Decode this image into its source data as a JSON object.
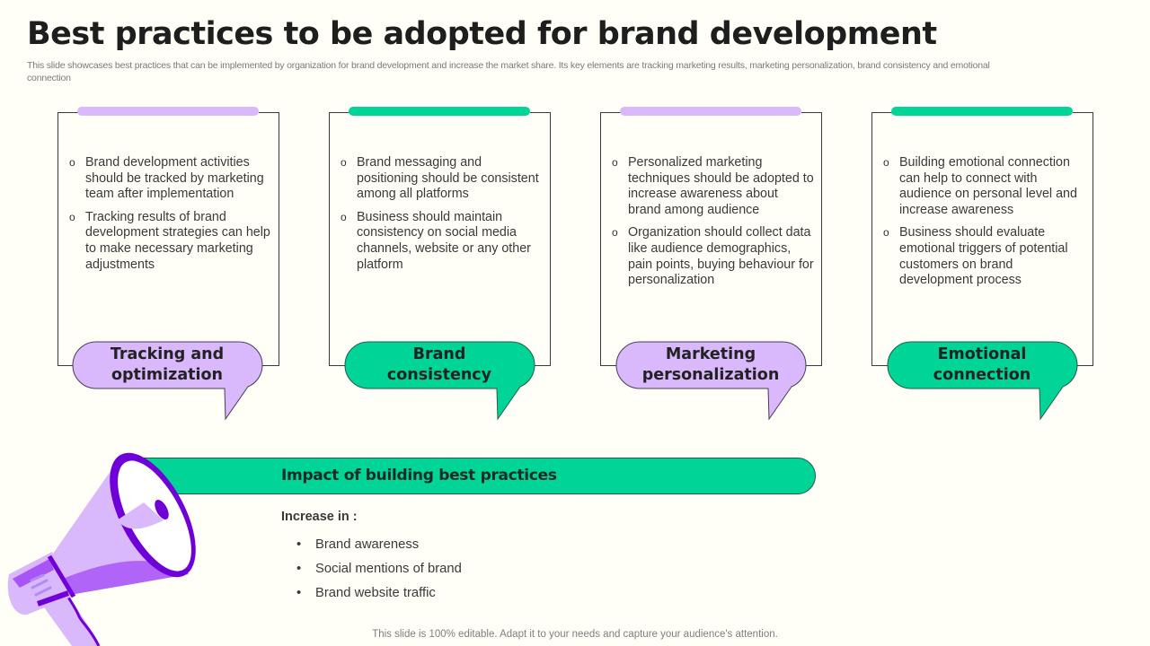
{
  "slide": {
    "title": "Best practices to be adopted for brand development",
    "subtitle": "This slide showcases best practices that can be implemented by organization for brand development and increase the market share. Its key elements are tracking marketing results, marketing personalization, brand consistency and emotional connection",
    "footer": "This slide is 100% editable. Adapt it to your needs and capture your audience's attention."
  },
  "colors": {
    "purple_light": "#d9b8fb",
    "green": "#00d496",
    "purple_dark": "#7000d8",
    "background": "#fffef7"
  },
  "bullet_glyph": "o",
  "cards": [
    {
      "accent": "purple",
      "label": "Tracking and optimization",
      "label_line1": "Tracking and",
      "label_line2": "optimization",
      "points": [
        "Brand development activities should be tracked by marketing team after implementation",
        "Tracking results of brand development strategies can help to make necessary marketing adjustments"
      ]
    },
    {
      "accent": "green",
      "label": "Brand consistency",
      "label_line1": "Brand",
      "label_line2": "consistency",
      "points": [
        "Brand messaging and positioning should be consistent among all platforms",
        "Business should maintain consistency on social media channels, website or any other platform"
      ]
    },
    {
      "accent": "purple",
      "label": "Marketing personalization",
      "label_line1": "Marketing",
      "label_line2": "personalization",
      "points": [
        "Personalized marketing techniques should be adopted to increase awareness about brand among audience",
        "Organization should collect data like audience demographics, pain points, buying behaviour for personalization"
      ]
    },
    {
      "accent": "green",
      "label": "Emotional connection",
      "label_line1": "Emotional",
      "label_line2": "connection",
      "points": [
        "Building emotional connection can help to connect with audience on personal level and increase awareness",
        "Business should evaluate emotional triggers of potential customers on brand development process"
      ]
    }
  ],
  "impact": {
    "banner_title": "Impact of building best practices",
    "increase_label": "Increase in :",
    "bullet_glyph": "•",
    "items": [
      "Brand awareness",
      "Social mentions of brand",
      "Brand website traffic"
    ]
  },
  "icons": {
    "megaphone": "megaphone-icon"
  }
}
